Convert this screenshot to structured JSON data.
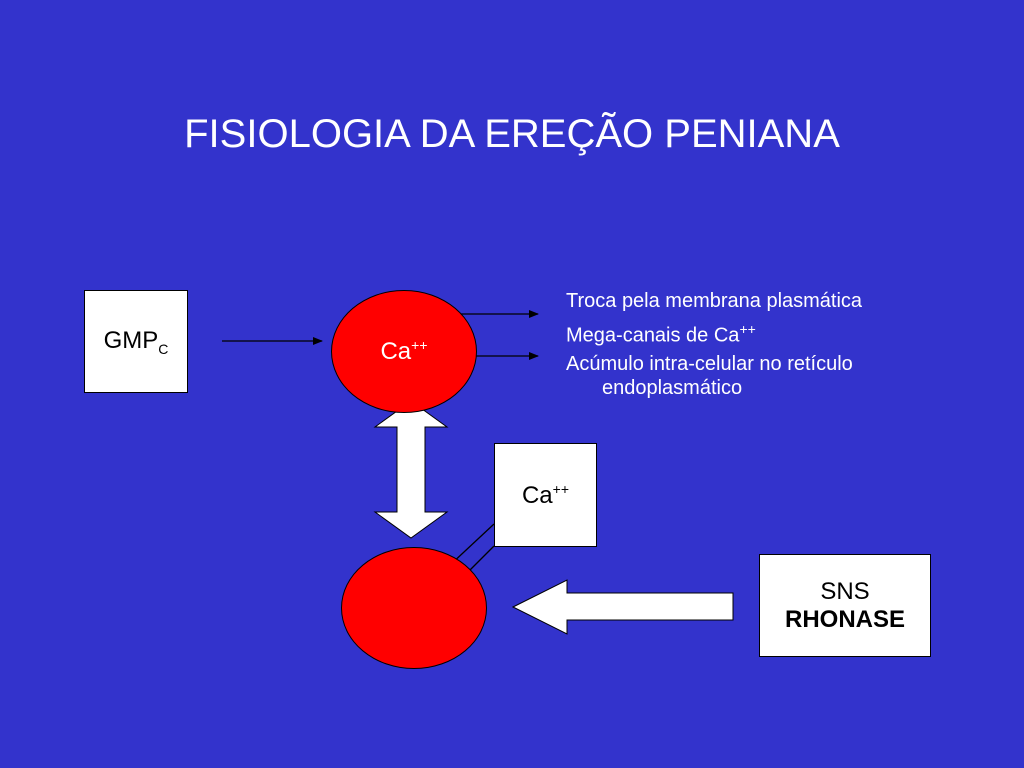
{
  "title": "FISIOLOGIA DA EREÇÃO PENIANA",
  "gmp": {
    "text": "GMP",
    "sub": "C"
  },
  "ca_top": {
    "text": "Ca",
    "sup": "++"
  },
  "ca_box": {
    "text": "Ca",
    "sup": "++"
  },
  "list": {
    "item1": "Troca pela membrana plasmática",
    "item2_text": "Mega-canais de Ca",
    "item2_sup": "++",
    "item3_line1": "Acúmulo intra-celular no retículo",
    "item3_line2": "endoplasmático"
  },
  "sns": {
    "line1": "SNS",
    "line2": "RHONASE"
  },
  "colors": {
    "background": "#3333CC",
    "cell": "#FF0000",
    "box": "#FFFFFF",
    "text_on_bg": "#FFFFFF"
  }
}
